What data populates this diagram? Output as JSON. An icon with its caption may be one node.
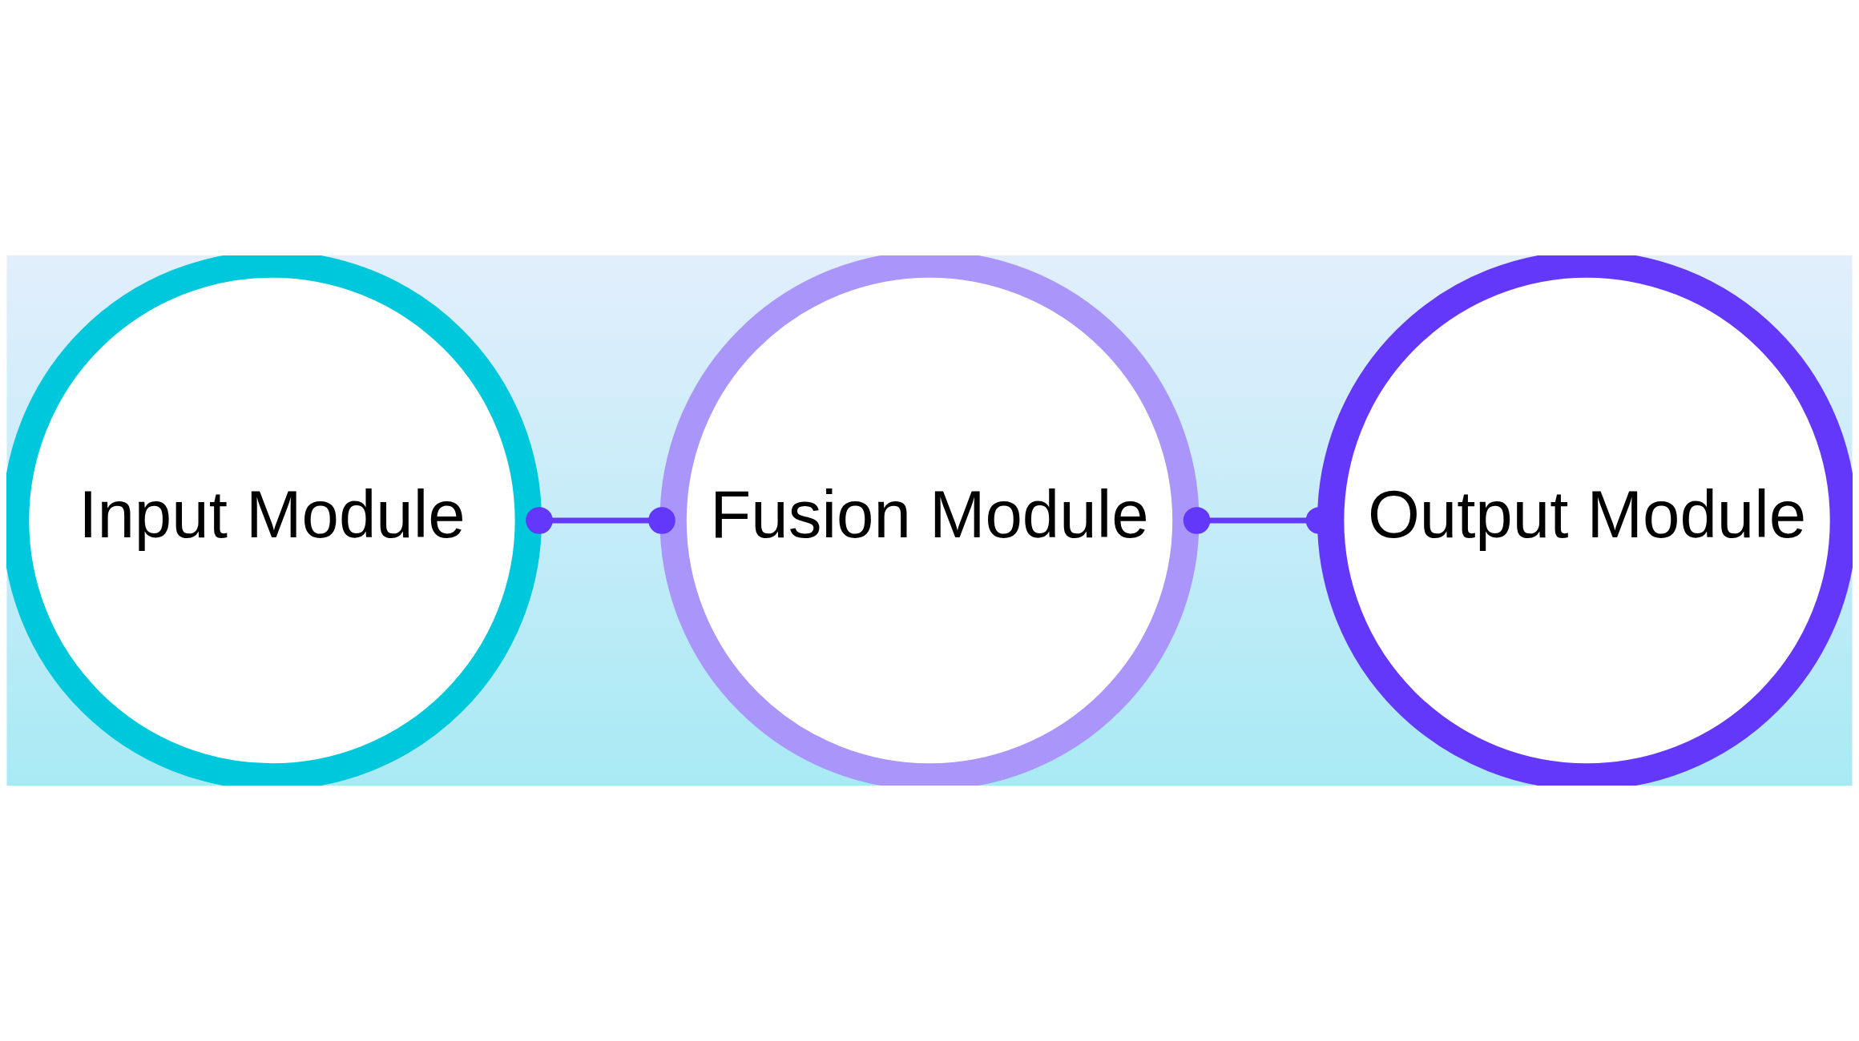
{
  "diagram": {
    "nodes": [
      {
        "text": [
          "Input Module"
        ]
      },
      {
        "text": [
          "Fusion Module"
        ]
      },
      {
        "text": [
          "Output Module"
        ]
      }
    ],
    "edges": [
      {
        "from": 0,
        "to": 1,
        "arrow": "other"
      },
      {
        "from": 1,
        "to": 2,
        "arrow": "other"
      }
    ]
  }
}
